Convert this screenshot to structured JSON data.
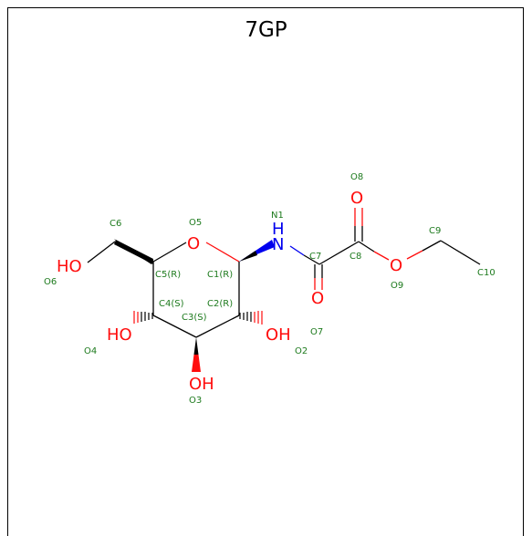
{
  "title": "7GP",
  "colors": {
    "oxygen": "#ff0d0d",
    "nitrogen": "#0000ee",
    "label": "#1d7a1d",
    "bond": "#000000"
  },
  "atoms": {
    "HO_left": "HO",
    "HO_c4": "HO",
    "OH_c2": "OH",
    "OH_c3": "OH",
    "O_ring": "O",
    "N": "N",
    "H": "H",
    "O_carbonyl_top": "O",
    "O_carbonyl_bottom": "O",
    "O_ester": "O"
  },
  "labels": {
    "C1": "C1(R)",
    "C2": "C2(R)",
    "C3": "C3(S)",
    "C4": "C4(S)",
    "C5": "C5(R)",
    "C6": "C6",
    "C7": "C7",
    "C8": "C8",
    "C9": "C9",
    "C10": "C10",
    "N1": "N1",
    "O2": "O2",
    "O3": "O3",
    "O4": "O4",
    "O5": "O5",
    "O6": "O6",
    "O7": "O7",
    "O8": "O8",
    "O9": "O9"
  }
}
